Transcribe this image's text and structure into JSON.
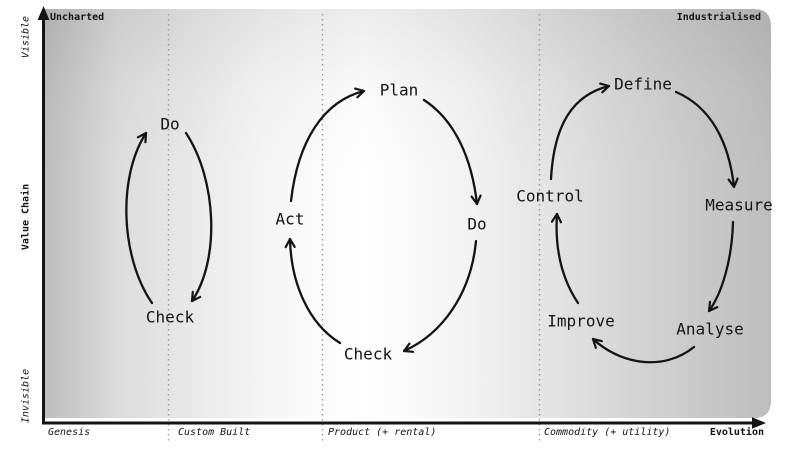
{
  "frame": {
    "top_left_label": "Uncharted",
    "top_right_label": "Industrialised"
  },
  "y_axis": {
    "top_label": "Visible",
    "mid_label": "Value Chain",
    "bottom_label": "Invisible"
  },
  "x_axis": {
    "label": "Evolution",
    "stages": [
      {
        "label": "Genesis"
      },
      {
        "label": "Custom Built"
      },
      {
        "label": "Product (+ rental)"
      },
      {
        "label": "Commodity (+ utility)"
      }
    ]
  },
  "cycles": [
    {
      "name": "do-check",
      "nodes": [
        {
          "text": "Do"
        },
        {
          "text": "Check"
        }
      ]
    },
    {
      "name": "pdca",
      "nodes": [
        {
          "text": "Plan"
        },
        {
          "text": "Do"
        },
        {
          "text": "Check"
        },
        {
          "text": "Act"
        }
      ]
    },
    {
      "name": "dmaic",
      "nodes": [
        {
          "text": "Define"
        },
        {
          "text": "Measure"
        },
        {
          "text": "Analyse"
        },
        {
          "text": "Improve"
        },
        {
          "text": "Control"
        }
      ]
    }
  ],
  "colors": {
    "ink": "#141414",
    "boundary_dots": "#9b9b9b",
    "background_edge": "#bfbfbf",
    "background_center": "#ffffff"
  }
}
